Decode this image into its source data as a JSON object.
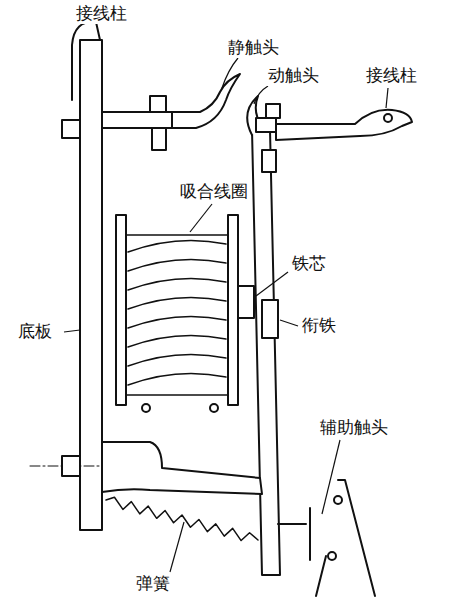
{
  "diagram": {
    "labels": [
      "接线柱",
      "静触头",
      "动触头",
      "接线柱",
      "吸合线圈",
      "铁芯",
      "底板",
      "衔铁",
      "辅助触头",
      "弹簧"
    ]
  }
}
